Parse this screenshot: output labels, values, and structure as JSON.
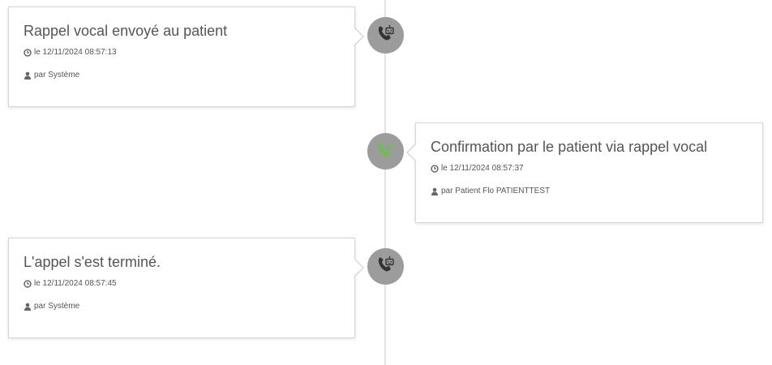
{
  "colors": {
    "badge_bg": "#9c9c9c",
    "phone_dark": "#333333",
    "phone_green": "#6cc04a",
    "timeline": "#e3e3e3"
  },
  "events": [
    {
      "title": "Rappel vocal envoyé au patient",
      "date": "le 12/11/2024 08:57:13",
      "author": "par Système",
      "icon": "phone-robot-icon",
      "side": "left"
    },
    {
      "title": "Confirmation par le patient via rappel vocal",
      "date": "le 12/11/2024 08:57:37",
      "author": "par Patient Flo PATIENTTEST",
      "icon": "phone-check-icon",
      "side": "right"
    },
    {
      "title": "L'appel s'est terminé.",
      "date": "le 12/11/2024 08:57:45",
      "author": "par Système",
      "icon": "phone-robot-icon",
      "side": "left"
    }
  ]
}
